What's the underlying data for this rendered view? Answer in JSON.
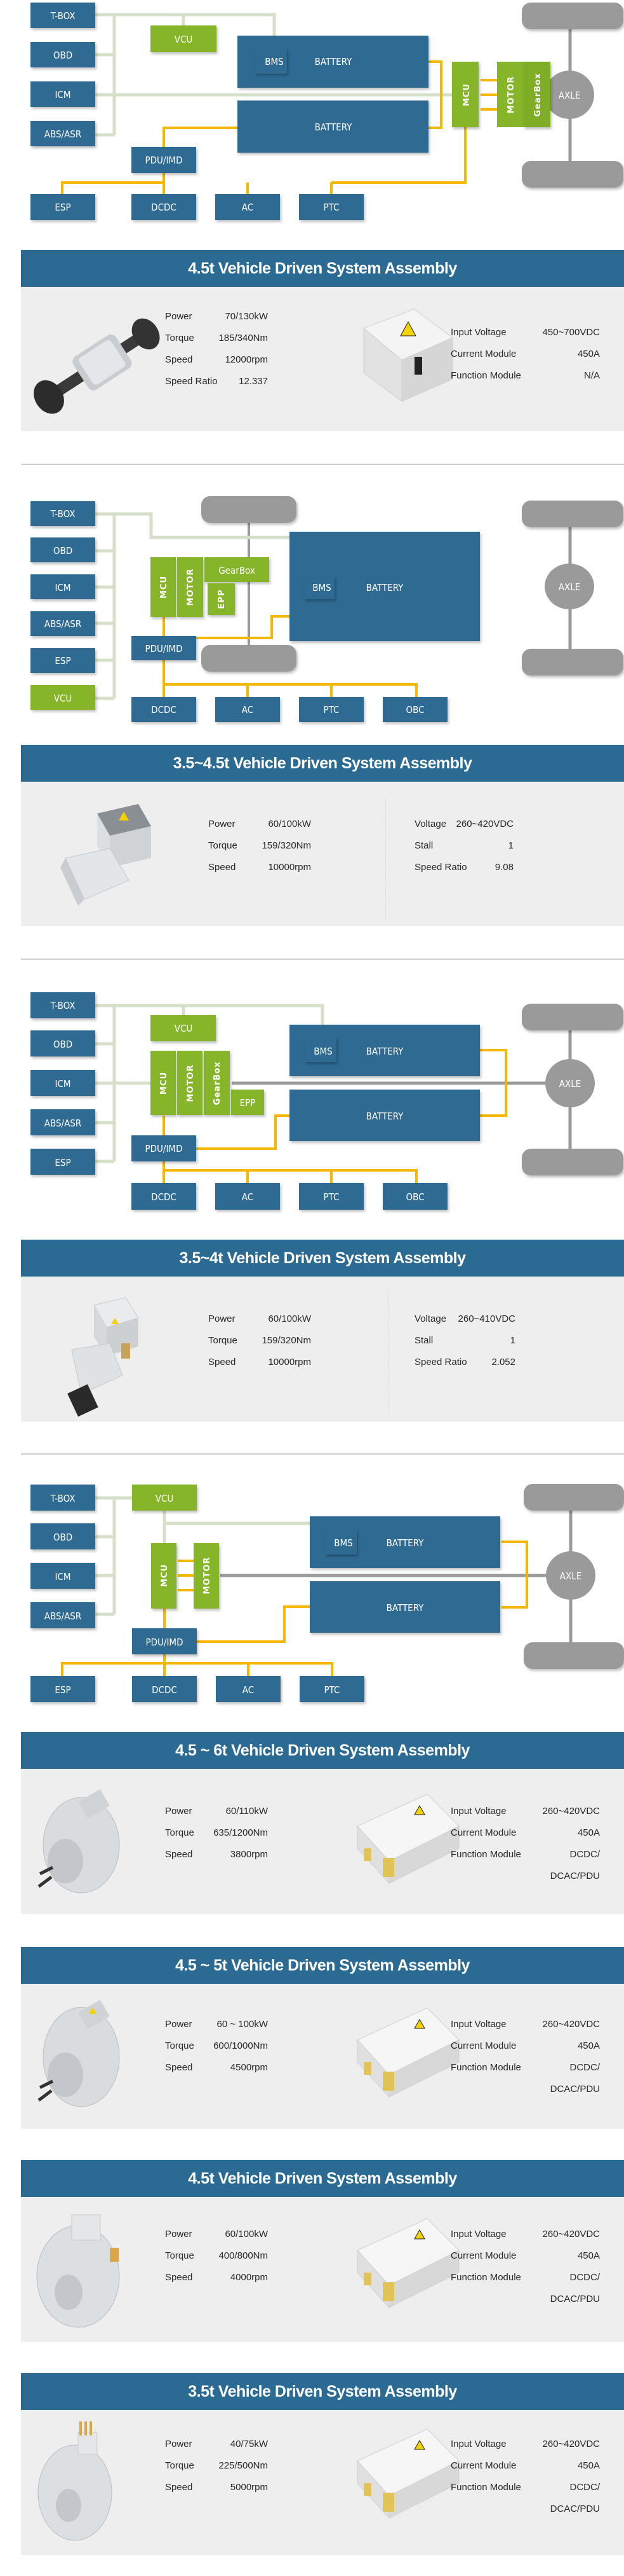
{
  "colors": {
    "node_blue": "#2e6a92",
    "node_green": "#86b52a",
    "can_bus": "#d6dfc8",
    "hv_line": "#f5b800",
    "axle_gray": "#9a9a9a",
    "header_blue": "#2b6a92",
    "panel_gray": "#eeeeee"
  },
  "diagrams": [
    {
      "id": "diagram-1",
      "labels": {
        "tbox": "T-BOX",
        "obd": "OBD",
        "icm": "ICM",
        "abs": "ABS/ASR",
        "vcu": "VCU",
        "bms": "BMS",
        "battery1": "BATTERY",
        "battery2": "BATTERY",
        "pdu": "PDU/IMD",
        "esp": "ESP",
        "dcdc": "DCDC",
        "ac": "AC",
        "ptc": "PTC",
        "mcu": "MCU",
        "motor": "MOTOR",
        "gearbox": "GearBox",
        "axle": "AXLE"
      }
    },
    {
      "id": "diagram-2",
      "labels": {
        "tbox": "T-BOX",
        "obd": "OBD",
        "icm": "ICM",
        "abs": "ABS/ASR",
        "esp": "ESP",
        "vcu": "VCU",
        "mcu": "MCU",
        "motor": "MOTOR",
        "gearbox": "GearBox",
        "epp": "EPP",
        "bms": "BMS",
        "battery": "BATTERY",
        "pdu": "PDU/IMD",
        "dcdc": "DCDC",
        "ac": "AC",
        "ptc": "PTC",
        "obc": "OBC",
        "axle": "AXLE"
      }
    },
    {
      "id": "diagram-3",
      "labels": {
        "tbox": "T-BOX",
        "obd": "OBD",
        "icm": "ICM",
        "abs": "ABS/ASR",
        "esp": "ESP",
        "vcu": "VCU",
        "mcu": "MCU",
        "motor": "MOTOR",
        "gearbox": "GearBox",
        "epp": "EPP",
        "bms": "BMS",
        "battery1": "BATTERY",
        "battery2": "BATTERY",
        "pdu": "PDU/IMD",
        "dcdc": "DCDC",
        "ac": "AC",
        "ptc": "PTC",
        "obc": "OBC",
        "axle": "AXLE"
      }
    },
    {
      "id": "diagram-4",
      "labels": {
        "tbox": "T-BOX",
        "obd": "OBD",
        "icm": "ICM",
        "abs": "ABS/ASR",
        "vcu": "VCU",
        "mcu": "MCU",
        "motor": "MOTOR",
        "bms": "BMS",
        "battery1": "BATTERY",
        "battery2": "BATTERY",
        "pdu": "PDU/IMD",
        "esp": "ESP",
        "dcdc": "DCDC",
        "ac": "AC",
        "ptc": "PTC",
        "axle": "AXLE"
      }
    }
  ],
  "sections": [
    {
      "title": "4.5t Vehicle Driven System Assembly",
      "left_image": "drive-axle-assembly",
      "right_image": "motor-controller",
      "left_specs": [
        {
          "label": "Power",
          "value": "70/130kW"
        },
        {
          "label": "Torque",
          "value": "185/340Nm"
        },
        {
          "label": "Speed",
          "value": "12000rpm"
        },
        {
          "label": "Speed Ratio",
          "value": "12.337"
        }
      ],
      "right_specs": [
        {
          "label": "Input Voltage",
          "value": "450~700VDC"
        },
        {
          "label": "Current Module",
          "value": "450A"
        },
        {
          "label": "Function Module",
          "value": "N/A"
        }
      ]
    },
    {
      "title": "3.5~4.5t Vehicle Driven System Assembly",
      "left_image": "integrated-drive-unit",
      "left_specs": [
        {
          "label": "Power",
          "value": "60/100kW"
        },
        {
          "label": "Torque",
          "value": "159/320Nm"
        },
        {
          "label": "Speed",
          "value": "10000rpm"
        }
      ],
      "right_specs": [
        {
          "label": "Voltage",
          "value": "260~420VDC"
        },
        {
          "label": "Stall",
          "value": "1"
        },
        {
          "label": "Speed Ratio",
          "value": "9.08"
        }
      ]
    },
    {
      "title": "3.5~4t Vehicle Driven System Assembly",
      "left_image": "integrated-drive-unit",
      "left_specs": [
        {
          "label": "Power",
          "value": "60/100kW"
        },
        {
          "label": "Torque",
          "value": "159/320Nm"
        },
        {
          "label": "Speed",
          "value": "10000rpm"
        }
      ],
      "right_specs": [
        {
          "label": "Voltage",
          "value": "260~410VDC"
        },
        {
          "label": "Stall",
          "value": "1"
        },
        {
          "label": "Speed Ratio",
          "value": "2.052"
        }
      ]
    },
    {
      "title": "4.5 ~ 6t Vehicle Driven System Assembly",
      "left_image": "drive-motor",
      "right_image": "motor-controller",
      "left_specs": [
        {
          "label": "Power",
          "value": "60/110kW"
        },
        {
          "label": "Torque",
          "value": "635/1200Nm"
        },
        {
          "label": "Speed",
          "value": "3800rpm"
        }
      ],
      "right_specs": [
        {
          "label": "Input Voltage",
          "value": "260~420VDC"
        },
        {
          "label": "Current Module",
          "value": "450A"
        },
        {
          "label": "Function Module",
          "value": "DCDC/"
        },
        {
          "label": "",
          "value": "DCAC/PDU"
        }
      ]
    },
    {
      "title": "4.5 ~ 5t Vehicle Driven System Assembly",
      "left_image": "drive-motor",
      "right_image": "motor-controller",
      "left_specs": [
        {
          "label": "Power",
          "value": "60 ~ 100kW"
        },
        {
          "label": "Torque",
          "value": "600/1000Nm"
        },
        {
          "label": "Speed",
          "value": "4500rpm"
        }
      ],
      "right_specs": [
        {
          "label": "Input Voltage",
          "value": "260~420VDC"
        },
        {
          "label": "Current Module",
          "value": "450A"
        },
        {
          "label": "Function Module",
          "value": "DCDC/"
        },
        {
          "label": "",
          "value": "DCAC/PDU"
        }
      ]
    },
    {
      "title": "4.5t Vehicle Driven System Assembly",
      "left_image": "drive-motor",
      "right_image": "motor-controller",
      "left_specs": [
        {
          "label": "Power",
          "value": "60/100kW"
        },
        {
          "label": "Torque",
          "value": "400/800Nm"
        },
        {
          "label": "Speed",
          "value": "4000rpm"
        }
      ],
      "right_specs": [
        {
          "label": "Input Voltage",
          "value": "260~420VDC"
        },
        {
          "label": "Current Module",
          "value": "450A"
        },
        {
          "label": "Function Module",
          "value": "DCDC/"
        },
        {
          "label": "",
          "value": "DCAC/PDU"
        }
      ]
    },
    {
      "title": "3.5t Vehicle Driven System Assembly",
      "left_image": "drive-motor",
      "right_image": "motor-controller",
      "left_specs": [
        {
          "label": "Power",
          "value": "40/75kW"
        },
        {
          "label": "Torque",
          "value": "225/500Nm"
        },
        {
          "label": "Speed",
          "value": "5000rpm"
        }
      ],
      "right_specs": [
        {
          "label": "Input Voltage",
          "value": "260~420VDC"
        },
        {
          "label": "Current Module",
          "value": "450A"
        },
        {
          "label": "Function Module",
          "value": "DCDC/"
        },
        {
          "label": "",
          "value": "DCAC/PDU"
        }
      ]
    }
  ]
}
